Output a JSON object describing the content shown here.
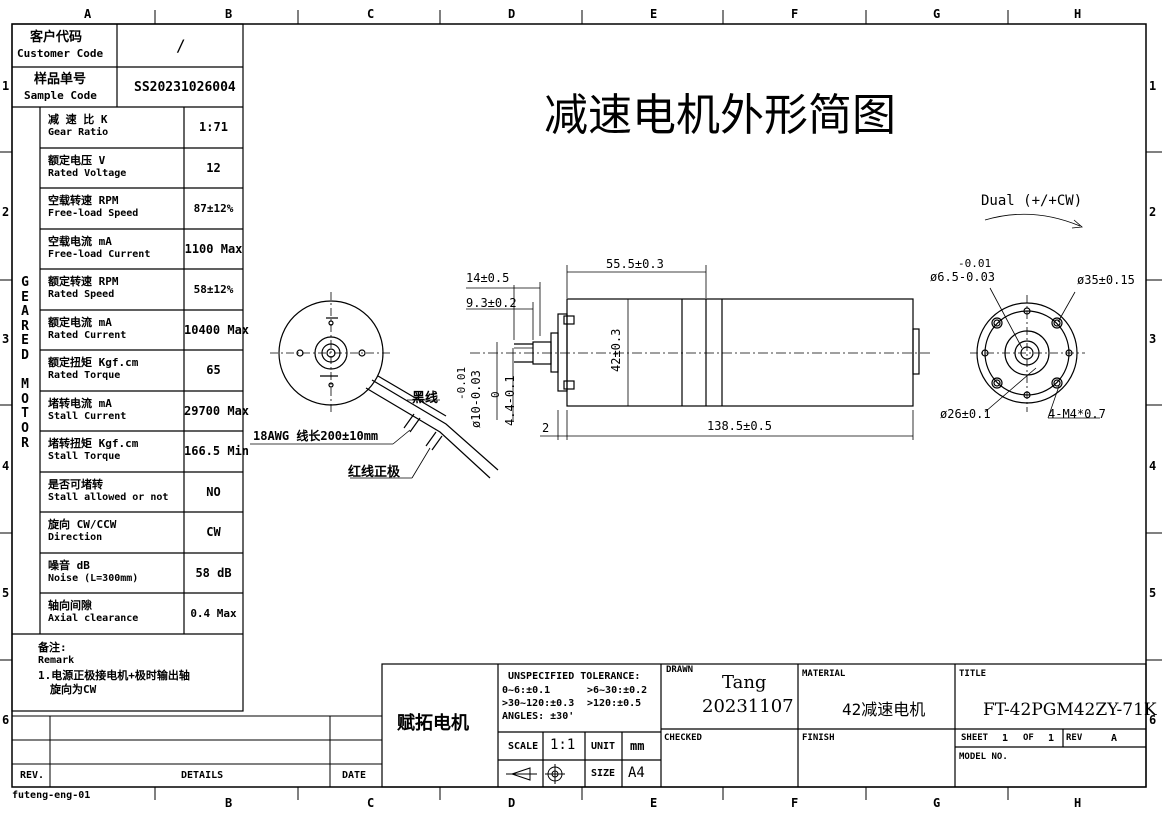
{
  "zones": {
    "columns": [
      "A",
      "B",
      "C",
      "D",
      "E",
      "F",
      "G",
      "H"
    ],
    "rows": [
      "1",
      "2",
      "3",
      "4",
      "5",
      "6"
    ]
  },
  "header": {
    "customer_label_cn": "客户代码",
    "customer_label_en": "Customer Code",
    "customer_value": "/",
    "sample_label_cn": "样品单号",
    "sample_label_en": "Sample Code",
    "sample_value": "SS20231026004"
  },
  "side_label": [
    "G",
    "E",
    "A",
    "R",
    "E",
    "D",
    "",
    "M",
    "O",
    "T",
    "O",
    "R"
  ],
  "specs": [
    {
      "cn": "减 速 比 K",
      "en": "Gear Ratio",
      "value": "1:71"
    },
    {
      "cn": "额定电压 V",
      "en": "Rated Voltage",
      "value": "12"
    },
    {
      "cn": "空载转速 RPM",
      "en": "Free-load Speed",
      "value": "87±12%"
    },
    {
      "cn": "空载电流 mA",
      "en": "Free-load Current",
      "value": "1100 Max"
    },
    {
      "cn": "额定转速 RPM",
      "en": "Rated Speed",
      "value": "58±12%"
    },
    {
      "cn": "额定电流 mA",
      "en": "Rated Current",
      "value": "10400 Max"
    },
    {
      "cn": "额定扭矩 Kgf.cm",
      "en": "Rated Torque",
      "value": "65"
    },
    {
      "cn": "堵转电流 mA",
      "en": "Stall Current",
      "value": "29700 Max"
    },
    {
      "cn": "堵转扭矩 Kgf.cm",
      "en": "Stall Torque",
      "value": "166.5 Min"
    },
    {
      "cn": "是否可堵转",
      "en": "Stall allowed or not",
      "value": "NO"
    },
    {
      "cn": "旋向 CW/CCW",
      "en": "Direction",
      "value": "CW"
    },
    {
      "cn": "噪音 dB",
      "en": "Noise (L=300mm)",
      "value": "58 dB"
    },
    {
      "cn": "轴向间隙",
      "en": "Axial clearance",
      "value": "0.4 Max"
    }
  ],
  "remark": {
    "title_cn": "备注:",
    "title_en": "Remark",
    "line1": "1.电源正极接电机+极时输出轴",
    "line2": "旋向为CW"
  },
  "revision": {
    "rev": "REV.",
    "details": "DETAILS",
    "date": "DATE"
  },
  "footer_code": "futeng-eng-01",
  "drawing": {
    "title": "减速电机外形简图",
    "rotation": "Dual (+/+CW)",
    "black_wire": "黑线",
    "red_wire": "红线正极",
    "wire_spec": "18AWG 线长200±10mm",
    "dims": {
      "d14": "14±0.5",
      "d93": "9.3±0.2",
      "d555": "55.5±0.3",
      "d42": "42±0.3",
      "d1385": "138.5±0.5",
      "d2": "2",
      "shaft_dia": "ø10-0.03",
      "shaft_dia_tol": "-0.01",
      "flat": "4.4-0.1",
      "flat_tol": "0",
      "d65": "ø6.5-0.03",
      "d65_tol": "-0.01",
      "d35": "ø35±0.15",
      "d26": "ø26±0.1",
      "m4": "4-M4*0.7"
    }
  },
  "title_block": {
    "company": "赋拓电机",
    "tol_title": "UNSPECIFIED TOLERANCE:",
    "tol_1": "0~6:±0.1",
    "tol_2": ">6~30:±0.2",
    "tol_3": ">30~120:±0.3",
    "tol_4": ">120:±0.5",
    "tol_5": "ANGLES:  ±30'",
    "scale_label": "SCALE",
    "scale_value": "1:1",
    "unit_label": "UNIT",
    "unit_value": "mm",
    "size_label": "SIZE",
    "size_value": "A4",
    "drawn_label": "DRAWN",
    "drawn_name": "Tang",
    "drawn_date": "20231107",
    "checked_label": "CHECKED",
    "material_label": "MATERIAL",
    "material_value": "42减速电机",
    "finish_label": "FINISH",
    "title_label": "TITLE",
    "title_value": "FT-42PGM42ZY-71K",
    "sheet_label": "SHEET",
    "sheet_no": "1",
    "of_label": "OF",
    "sheet_total": "1",
    "rev_label": "REV",
    "rev_value": "A",
    "model_label": "MODEL NO."
  }
}
